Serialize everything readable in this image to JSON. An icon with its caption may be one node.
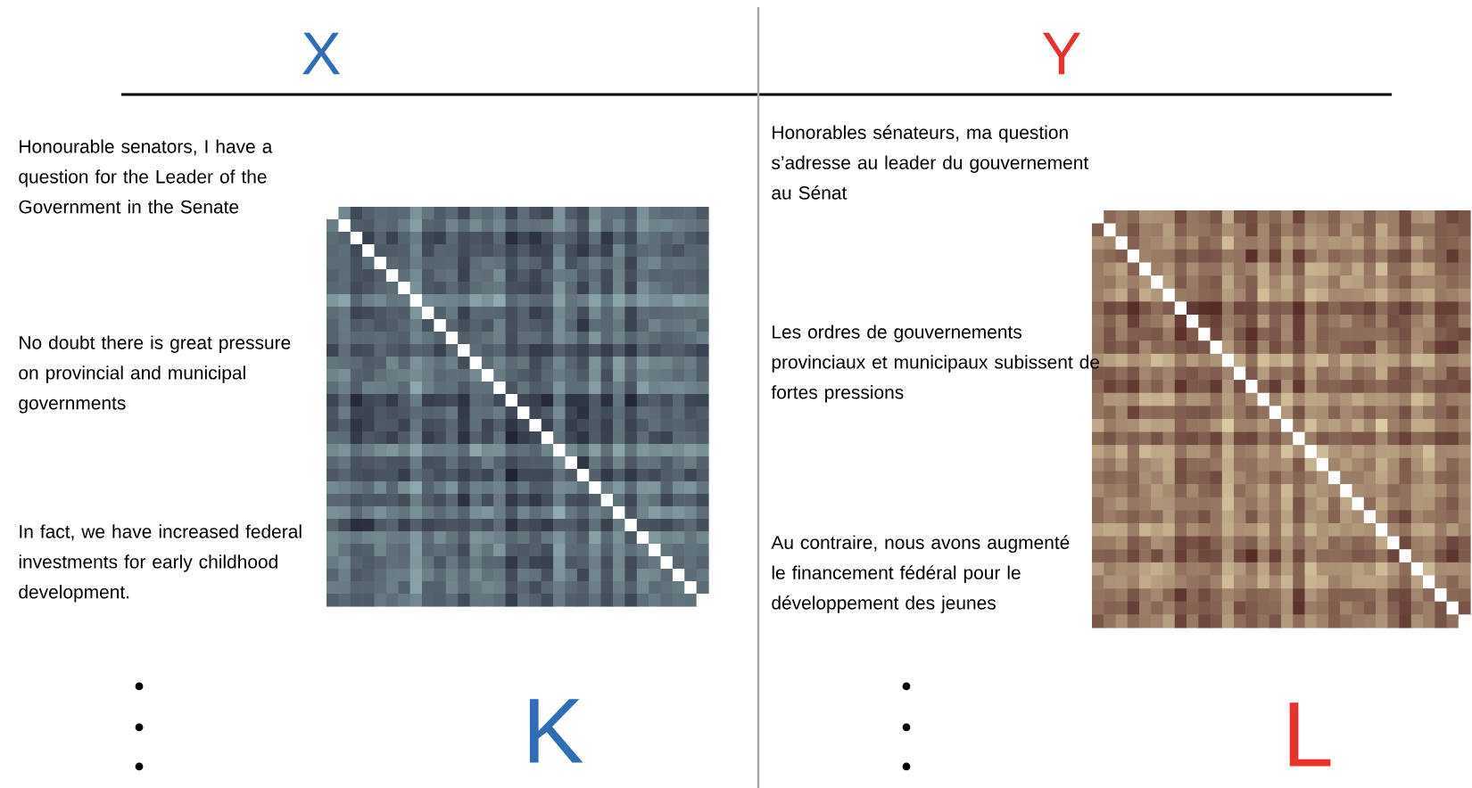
{
  "diagram": {
    "labels": [
      "X",
      "Y",
      "Honourable senators, I have a question for the Leader of the Government in the Senate",
      "No doubt there is great pressure on provincial and municipal governments",
      "In fact, we have increased federal investments for early childhood development.",
      "Honorables sénateurs, ma question s’adresse au leader du gouvernement au Sénat",
      "Les ordres de gouvernements provinciaux et municipaux subissent de fortes pressions",
      "Au contraire, nous avons augmenté le financement fédéral pour le développement des jeunes",
      "K",
      "L"
    ]
  }
}
